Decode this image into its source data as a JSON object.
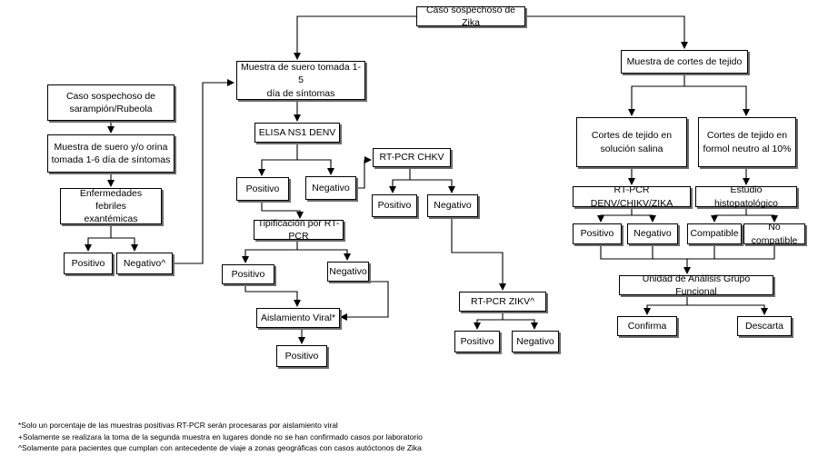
{
  "nodes": {
    "caso_zika": "Caso sospechoso de  Zika",
    "muestra_suero": "Muestra de suero tomada 1-5\ndía de síntomas",
    "muestra_cortes": "Muestra de cortes de tejido",
    "caso_sarampion": "Caso sospechoso de\nsarampión/Rubeola",
    "muestra_orina": "Muestra de suero y/o orina\ntomada 1-6 día de síntomas",
    "enfermedades": "Enfermedades febriles\nexantémicas",
    "positivo_a": "Positivo",
    "negativo_a": "Negativo^",
    "elisa": "ELISA NS1 DENV",
    "positivo_b": "Positivo",
    "negativo_b": "Negativo",
    "rtpcr_chkv": "RT-PCR CHKV",
    "positivo_c": "Positivo",
    "negativo_c": "Negativo",
    "tipificacion": "Tipificación por RT-PCR",
    "positivo_d": "Positivo",
    "negativo_d": "Negativo",
    "aislamiento": "Aislamiento Viral*",
    "positivo_e": "Positivo",
    "rtpcr_zikv": "RT-PCR ZIKV^",
    "positivo_f": "Positivo",
    "negativo_f": "Negativo",
    "cortes_salina": "Cortes de tejido en\nsolución salina",
    "cortes_formol": "Cortes de tejido en\nformol neutro al 10%",
    "rtpcr_denv": "RT-PCR DENV/CHIKV/ZIKA",
    "histopatologico": "Estudio histopatológico",
    "positivo_g": "Positivo",
    "negativo_g": "Negativo",
    "compatible": "Compatible",
    "no_compatible": "No compatible",
    "unidad": "Unidad de Análisis Grupo Funcional",
    "confirma": "Confirma",
    "descarta": "Descarta"
  },
  "footnotes": [
    "*Solo un porcentaje de las muestras positivas RT-PCR serán procesaras por aislamiento viral",
    "+Solamente se realizara la toma de la segunda muestra en lugares donde no se han confirmado casos por laboratorio",
    "^Solamente para pacientes que cumplan con antecedente de viaje a zonas geográficas con casos autóctonos de Zika"
  ],
  "colors": {
    "box_border": "#000000",
    "box_shadow": "#6b6b6b",
    "connector": "#000000"
  }
}
